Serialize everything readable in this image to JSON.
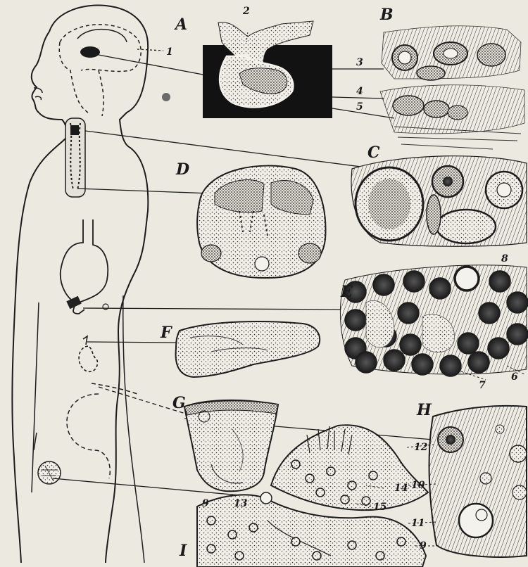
{
  "figure": {
    "panel_letters": {
      "a": "A",
      "b": "B",
      "c": "C",
      "d": "D",
      "e": "E",
      "f": "F",
      "g": "G",
      "h": "H",
      "i": "I"
    },
    "numbers": {
      "n1": "1",
      "n2": "2",
      "n3": "3",
      "n4": "4",
      "n5": "5",
      "n6": "6",
      "n7": "7",
      "n8": "8",
      "n9a": "9",
      "n9b": "9",
      "n10": "10",
      "n11": "11",
      "n12": "12",
      "n13": "13",
      "n14": "14",
      "n15": "15"
    },
    "colors": {
      "paper": "#ece9e1",
      "ink": "#1c1c1c",
      "dark_block": "#121212"
    }
  }
}
